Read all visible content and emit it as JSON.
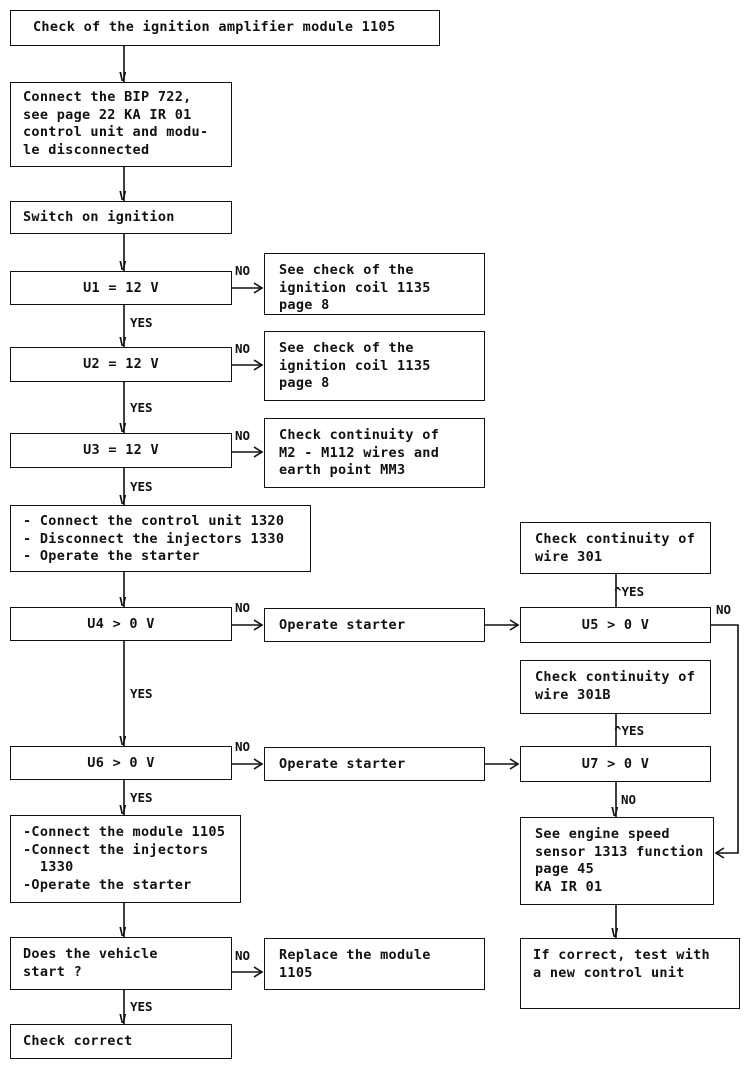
{
  "title": "Check of the ignition amplifier module 1105",
  "steps": {
    "connect_bip": [
      "Connect the BIP 722,",
      "see page 22 KA IR 01",
      "control unit and modu-",
      "le disconnected"
    ],
    "switch_on": "Switch on ignition",
    "u1": "U1 = 12 V",
    "u2": "U2 = 12 V",
    "u3": "U3 = 12 V",
    "coil_check_1": [
      "See check of the",
      "ignition coil 1135",
      "page 8"
    ],
    "coil_check_2": [
      "See check of the",
      "ignition coil 1135",
      "page 8"
    ],
    "continuity_m2": [
      "Check continuity of",
      "M2 - M112 wires and",
      "earth point MM3"
    ],
    "connect_cu": [
      "- Connect the control unit 1320",
      "- Disconnect the injectors 1330",
      "- Operate the starter"
    ],
    "u4": "U4 > 0 V",
    "operate_1": "Operate starter",
    "u5": "U5 > 0 V",
    "wire_301": [
      "Check continuity of",
      "wire 301"
    ],
    "u6": "U6 > 0 V",
    "operate_2": "Operate starter",
    "u7": "U7 > 0 V",
    "wire_301b": [
      "Check continuity of",
      "wire 301B"
    ],
    "connect_module": [
      "-Connect the module 1105",
      "-Connect the injectors",
      "  1330",
      "-Operate the starter"
    ],
    "speed_sensor": [
      "See engine speed",
      "sensor 1313 function",
      "page 45",
      "KA IR 01"
    ],
    "vehicle_start": [
      "Does the vehicle",
      "start ?"
    ],
    "replace_module": [
      "Replace the module",
      "1105"
    ],
    "new_cu": [
      "If correct, test with",
      "a new control unit"
    ],
    "check_correct": "Check correct"
  },
  "labels": {
    "yes": "YES",
    "no": "NO",
    "up_yes": "^YES"
  }
}
